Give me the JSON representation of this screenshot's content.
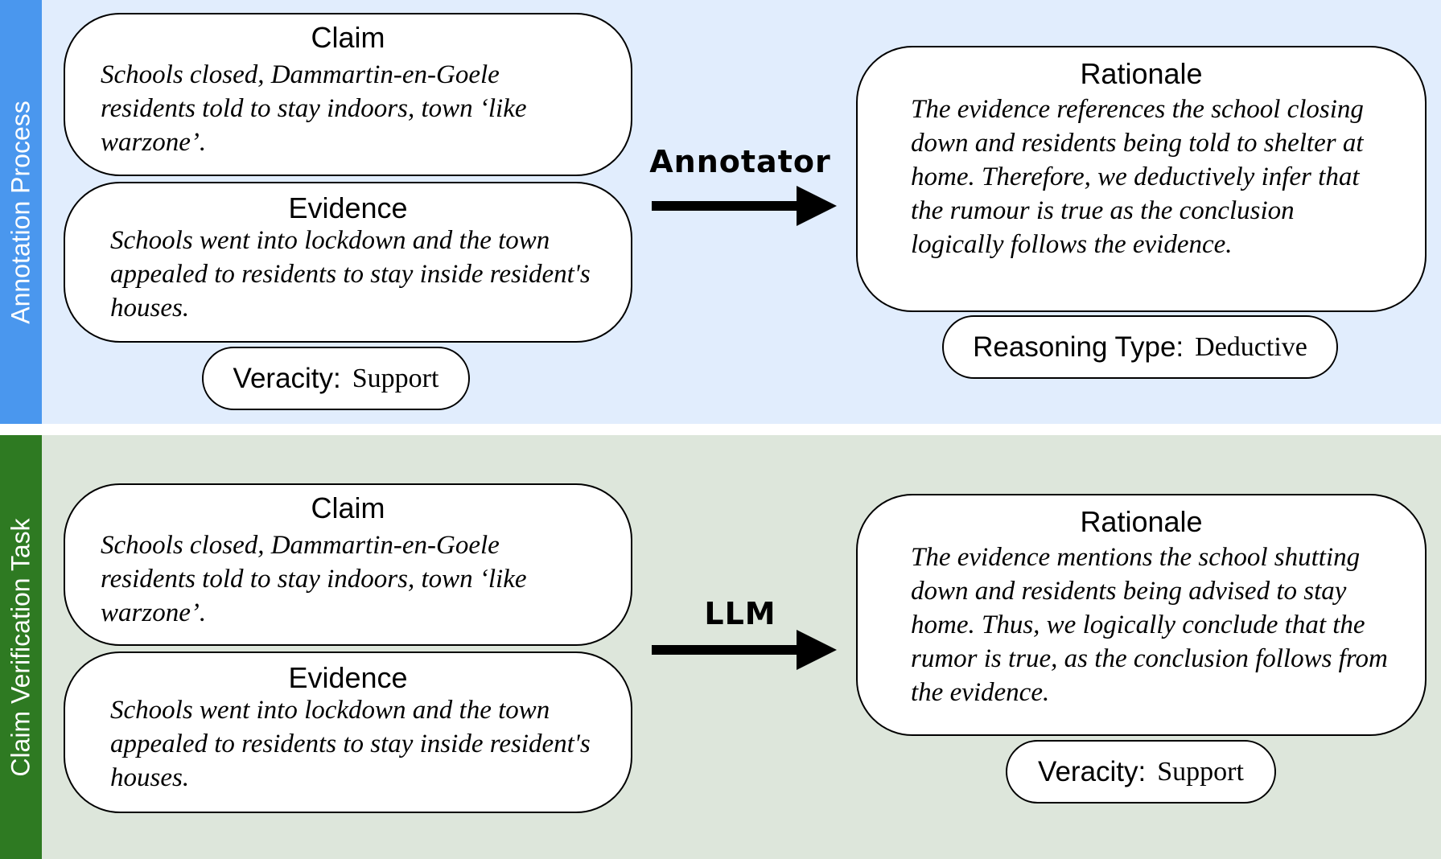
{
  "annotation_process": {
    "side_label": "Annotation Process",
    "claim": {
      "title": "Claim",
      "text": "Schools closed, Dammartin-en-Goele residents told to stay indoors, town ‘like warzone’."
    },
    "evidence": {
      "title": "Evidence",
      "text": "Schools went into lockdown and the town appealed to residents to stay inside resident's houses."
    },
    "veracity": {
      "label": "Veracity:",
      "value": "Support"
    },
    "arrow_label": "Annotator",
    "rationale": {
      "title": "Rationale",
      "text": "The evidence references the school closing down and residents being told to shelter at home. Therefore, we deductively infer that the rumour is true as the conclusion logically follows the evidence."
    },
    "reasoning_type": {
      "label": "Reasoning Type:",
      "value": "Deductive"
    }
  },
  "claim_verification": {
    "side_label": "Claim Verification Task",
    "claim": {
      "title": "Claim",
      "text": "Schools closed, Dammartin-en-Goele residents told to stay indoors, town ‘like warzone’."
    },
    "evidence": {
      "title": "Evidence",
      "text": "Schools went into lockdown and the town appealed to residents to stay inside resident's houses."
    },
    "arrow_label": "LLM",
    "rationale": {
      "title": "Rationale",
      "text": "The evidence mentions the school shutting down and residents being advised to stay home. Thus, we logically conclude that the rumor is true, as the conclusion follows from the evidence."
    },
    "veracity": {
      "label": "Veracity:",
      "value": "Support"
    }
  },
  "colors": {
    "top_panel_bg": "#e1edfd",
    "top_side_bar": "#4a97ee",
    "bottom_panel_bg": "#dde6db",
    "bottom_side_bar": "#2e7a22"
  }
}
